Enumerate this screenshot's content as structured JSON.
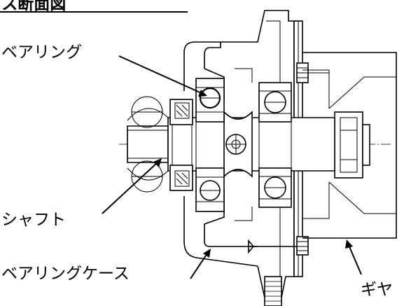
{
  "diagram": {
    "title": "ギアボックス断面図",
    "labels": {
      "bearing": "ベアリング",
      "shaft": "シャフト",
      "bearing_case": "ベアリングケース",
      "gear": "ギヤ"
    }
  }
}
